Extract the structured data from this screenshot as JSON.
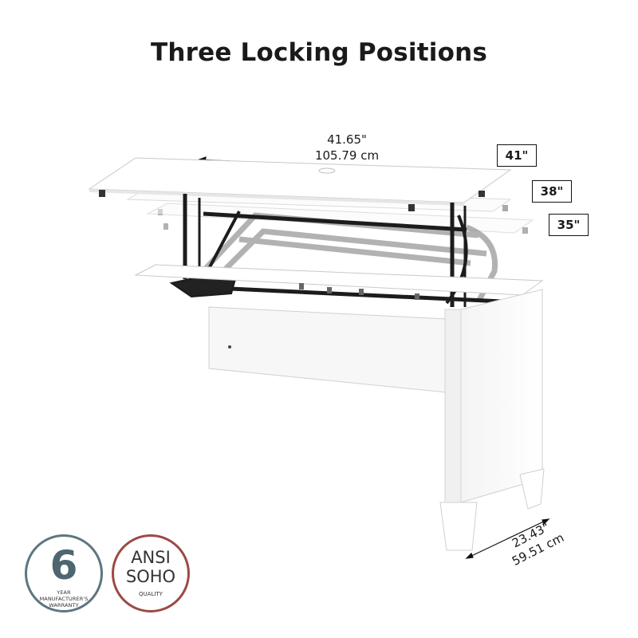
{
  "title": "Three Locking Positions",
  "dimensions": {
    "width_in": "41.65\"",
    "width_cm": "105.79 cm",
    "depth_in": "23.43\"",
    "depth_cm": "59.51 cm"
  },
  "heights": [
    "41\"",
    "38\"",
    "35\""
  ],
  "badges": {
    "warranty_number": "6",
    "warranty_text": "YEAR MANUFACTURER'S WARRANTY",
    "ansi_line1": "ANSI",
    "ansi_line2": "SOHO",
    "ansi_line3": "QUALITY"
  },
  "colors": {
    "text": "#1a1a1a",
    "warranty_ring": "#5d7680",
    "ansi_ring": "#9c4a45",
    "frame": "#1c1c1c",
    "desk_edge": "#bfbfbf"
  }
}
